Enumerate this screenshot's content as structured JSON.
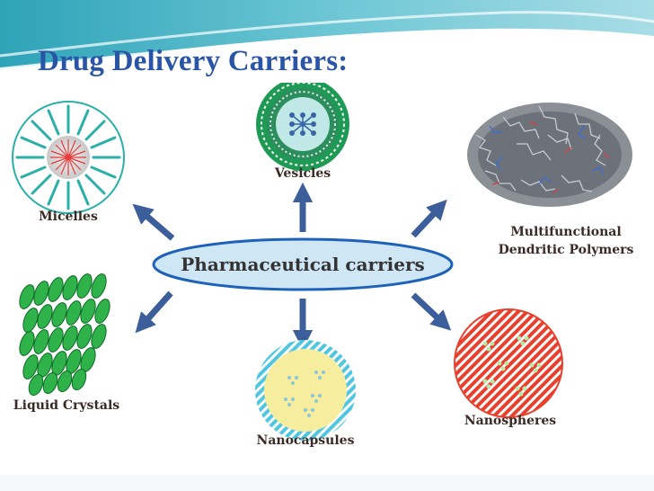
{
  "title": "Drug Delivery Carriers:",
  "center": "Pharmaceutical carriers",
  "carriers": {
    "vesicles": "Vesicles",
    "micelles": "Micelles",
    "dendritic_line1": "Multifunctional",
    "dendritic_line2": "Dendritic Polymers",
    "liquid_crystals": "Liquid Crystals",
    "nanocapsules": "Nanocapsules",
    "nanospheres": "Nanospheres"
  },
  "colors": {
    "title": "#2a55a6",
    "header_teal": "#4fb3c3",
    "arrow": "#3c5e9a",
    "ellipse_fill": "#cfe6f5",
    "ellipse_stroke": "#1d62b8",
    "vesicle_green": "#1e9a55",
    "micelle_teal": "#2ab0a8",
    "crystal_green": "#2fb24a",
    "nanocapsule_shell": "#4fc7e0",
    "nanocapsule_core": "#f6ee9e",
    "nanosphere_red": "#e8402d"
  }
}
